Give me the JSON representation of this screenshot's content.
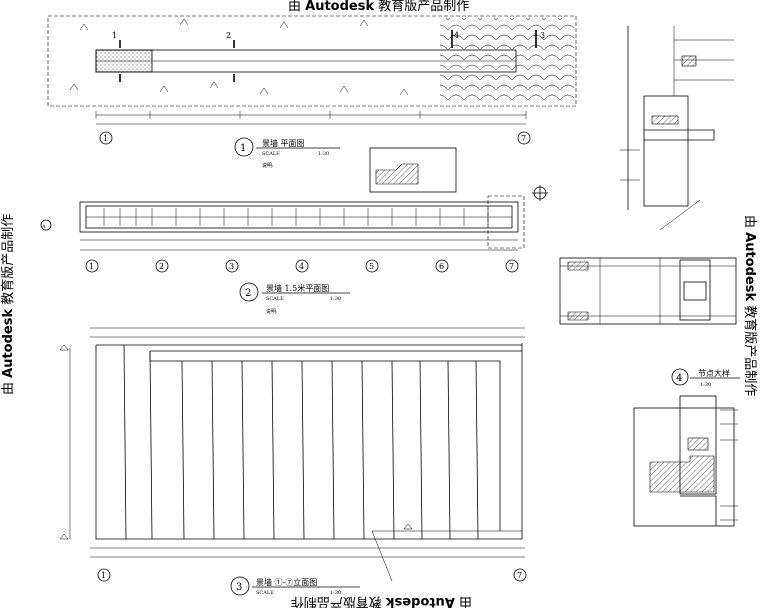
{
  "watermark": {
    "text_prefix": "由",
    "brand": "Autodesk",
    "text_suffix": "教育版产品制作"
  },
  "drawing1": {
    "number": "1",
    "title": "景墙  平面图",
    "scale_label": "SCALE",
    "scale": "1:30",
    "note": "说明: ",
    "axis_start": "1",
    "axis_end": "7",
    "section_marks": [
      "1",
      "2",
      "3",
      "4"
    ]
  },
  "drawing2": {
    "number": "2",
    "title": "景墙  1.5米平面图",
    "scale_label": "SCALE",
    "scale": "1:30",
    "note": "说明: ",
    "axes": [
      "1",
      "2",
      "3",
      "4",
      "5",
      "6",
      "7"
    ],
    "axis_a": "A"
  },
  "drawing3": {
    "number": "3",
    "title": "景墙  ①-⑦立面图",
    "scale_label": "SCALE",
    "scale": "1:30",
    "axis_start": "1",
    "axis_end": "7"
  },
  "drawing4": {
    "number": "4",
    "title": "节点大样",
    "scale": "1:30"
  },
  "icons": [
    "north-arrow-icon",
    "section-marker-icon",
    "level-marker-icon"
  ]
}
